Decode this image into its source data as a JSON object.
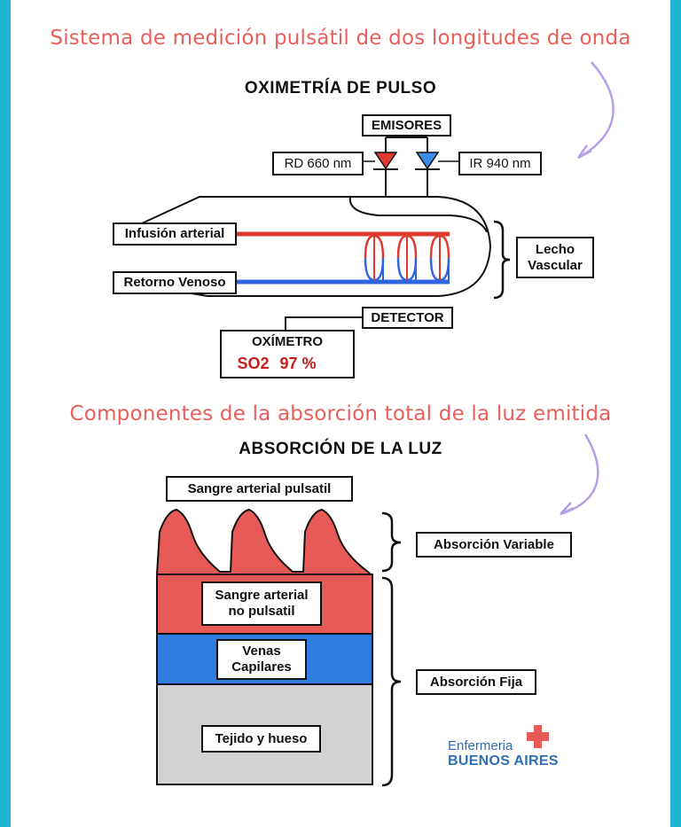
{
  "section1": {
    "heading": "Sistema de medición pulsátil de dos longitudes de onda",
    "title": "OXIMETRÍA DE PULSO",
    "emitters": "EMISORES",
    "rd": "RD 660 nm",
    "ir": "IR 940 nm",
    "arterial_inflow": "Infusión arterial",
    "venous_return": "Retorno Venoso",
    "vascular_bed": "Lecho\nVascular",
    "detector": "DETECTOR",
    "oximeter_title": "OXÍMETRO",
    "oximeter_param": "SO2",
    "oximeter_reading": "97 %"
  },
  "section2": {
    "heading": "Componentes de la absorción total de la luz emitida",
    "title": "ABSORCIÓN DE LA LUZ",
    "pulsatile_blood": "Sangre arterial pulsatil",
    "variable_absorption": "Absorción Variable",
    "nonpulsatile_blood": "Sangre arterial\nno pulsatil",
    "veins_capillaries": "Venas\nCapilares",
    "fixed_absorption": "Absorción Fija",
    "tissue_bone": "Tejido y hueso"
  },
  "logo": {
    "line1": "Enfermeria",
    "line2": "BUENOS AIRES"
  },
  "colors": {
    "frame": "#1fb5d6",
    "heading": "#e8605d",
    "red": "#e85a57",
    "blue": "#2f7de0",
    "gray": "#d3d3d3",
    "arrow": "#b79ee8",
    "logo_blue": "#2d6fb4"
  }
}
